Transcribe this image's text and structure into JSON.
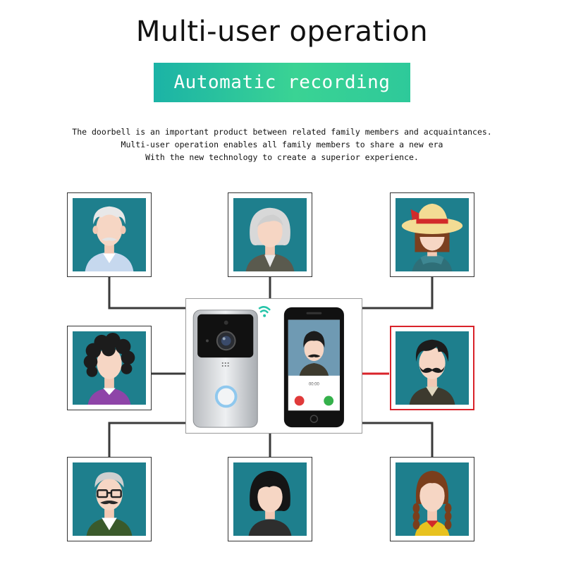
{
  "header": {
    "title": "Multi-user operation",
    "banner": "Automatic recording"
  },
  "description": [
    "The doorbell is an important product between related family members and acquaintances.",
    "Multi-user operation enables all family members to share a new era",
    "With the new technology to create a superior experience."
  ],
  "colors": {
    "banner_start": "#1bb3a6",
    "banner_end": "#3ad394",
    "card_background": "#1e7f8d",
    "connector": "#3a3a3a",
    "active_connector": "#d9232a",
    "wifi_icon": "#24c4a8"
  },
  "users": [
    {
      "name": "grandfather-avatar",
      "active": false
    },
    {
      "name": "grandmother-avatar",
      "active": false
    },
    {
      "name": "girl-with-hat-avatar",
      "active": false
    },
    {
      "name": "curly-hair-man-avatar",
      "active": false
    },
    {
      "name": "mustache-man-avatar",
      "active": true
    },
    {
      "name": "glasses-man-avatar",
      "active": false
    },
    {
      "name": "short-hair-woman-avatar",
      "active": false
    },
    {
      "name": "braided-girl-avatar",
      "active": false
    }
  ],
  "device": {
    "doorbell": "video-doorbell",
    "wifi_icon": "wifi-icon",
    "phone": "smartphone",
    "call_time": "00:00"
  }
}
